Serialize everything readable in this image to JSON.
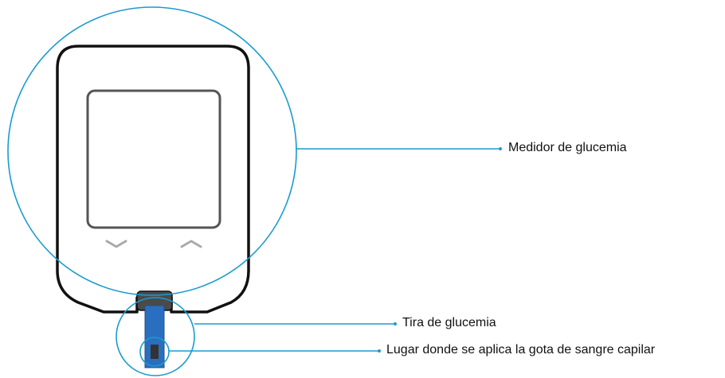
{
  "labels": {
    "meter": "Medidor de glucemia",
    "strip": "Tira de glucemia",
    "drop_site": "Lugar donde se aplica la gota de sangre capilar"
  },
  "colors": {
    "callout": "#1a9bd0",
    "outline": "#111111",
    "button_chevron": "#aaaaaa",
    "strip_blue": "#2a6fbf",
    "strip_collar": "#4a4a4a",
    "drop_window": "#333333"
  },
  "icons": {
    "button_left": "chevron-down-icon",
    "button_right": "chevron-up-icon"
  }
}
